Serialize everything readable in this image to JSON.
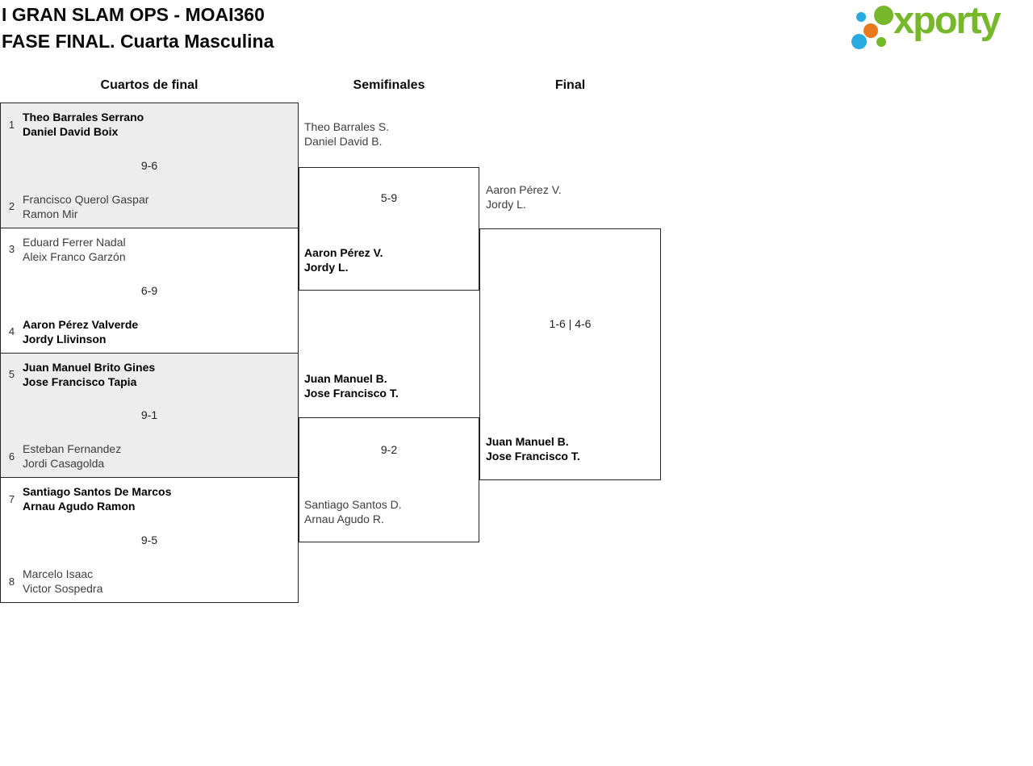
{
  "header": {
    "title_line1": "I GRAN SLAM OPS - MOAI360",
    "title_line2": "FASE FINAL. Cuarta Masculina",
    "logo_text": "xporty"
  },
  "columns": {
    "quarterfinals_label": "Cuartos de final",
    "semifinals_label": "Semifinales",
    "final_label": "Final"
  },
  "bracket": {
    "quarterfinals": [
      {
        "seed_top": "1",
        "team_top": [
          "Theo Barrales Serrano",
          "Daniel David Boix"
        ],
        "top_winner": true,
        "score": "9-6",
        "seed_bottom": "2",
        "team_bottom": [
          "Francisco Querol Gaspar",
          "Ramon Mir"
        ],
        "bottom_winner": false
      },
      {
        "seed_top": "3",
        "team_top": [
          "Eduard Ferrer Nadal",
          "Aleix Franco Garzón"
        ],
        "top_winner": false,
        "score": "6-9",
        "seed_bottom": "4",
        "team_bottom": [
          "Aaron Pérez Valverde",
          "Jordy Llivinson"
        ],
        "bottom_winner": true
      },
      {
        "seed_top": "5",
        "team_top": [
          "Juan Manuel Brito Gines",
          "Jose Francisco Tapia"
        ],
        "top_winner": true,
        "score": "9-1",
        "seed_bottom": "6",
        "team_bottom": [
          "Esteban Fernandez",
          "Jordi Casagolda"
        ],
        "bottom_winner": false
      },
      {
        "seed_top": "7",
        "team_top": [
          "Santiago Santos De Marcos",
          "Arnau Agudo Ramon"
        ],
        "top_winner": true,
        "score": "9-5",
        "seed_bottom": "8",
        "team_bottom": [
          "Marcelo Isaac",
          "Victor Sospedra"
        ],
        "bottom_winner": false
      }
    ],
    "semifinals": [
      {
        "team_top": [
          "Theo Barrales S.",
          "Daniel David B."
        ],
        "top_winner": false,
        "score": "5-9",
        "team_bottom": [
          "Aaron Pérez V.",
          "Jordy L."
        ],
        "bottom_winner": true
      },
      {
        "team_top": [
          "Juan Manuel B.",
          "Jose Francisco T."
        ],
        "top_winner": true,
        "score": "9-2",
        "team_bottom": [
          "Santiago Santos D.",
          "Arnau Agudo R."
        ],
        "bottom_winner": false
      }
    ],
    "final": {
      "team_top": [
        "Aaron Pérez V.",
        "Jordy L."
      ],
      "top_winner": false,
      "score": "1-6 | 4-6",
      "team_bottom": [
        "Juan Manuel B.",
        "Jose Francisco T."
      ],
      "bottom_winner": true
    }
  },
  "colors": {
    "brand_green": "#76b82a",
    "brand_blue": "#29abe2",
    "brand_orange": "#e8791c",
    "shaded_cell": "#ededed",
    "border": "#242424"
  }
}
